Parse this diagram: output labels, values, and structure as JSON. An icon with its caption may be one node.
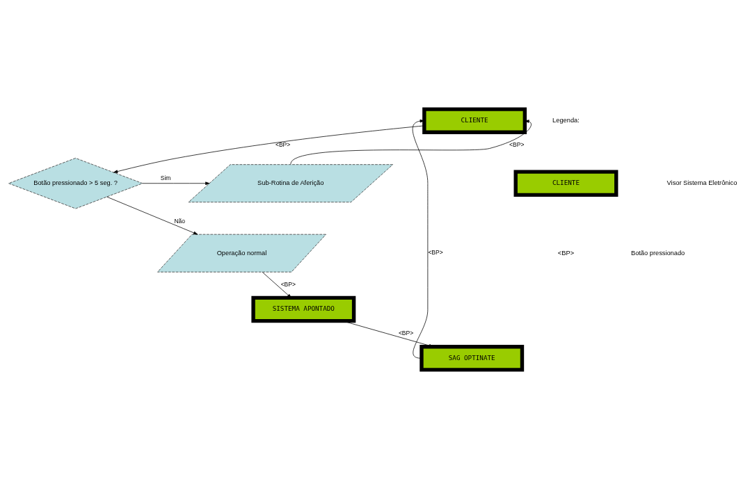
{
  "diagram": {
    "nodes": [
      {
        "text": [
          "CLIENTE"
        ]
      },
      {
        "text": [
          "Botão pressionado > 5 seg. ?"
        ]
      },
      {
        "text": [
          "Sub-Rotina de Aferição"
        ]
      },
      {
        "text": [
          "Operação normal"
        ]
      },
      {
        "text": [
          "SISTEMA APONTADO"
        ]
      },
      {
        "text": [
          "SAG OPTINATE"
        ]
      },
      {
        "text": [
          "CLIENTE"
        ]
      }
    ],
    "edges": [
      {
        "from": 0,
        "to": 1,
        "arrow": "to",
        "label": "<BP>"
      },
      {
        "from": 1,
        "to": 2,
        "arrow": "to",
        "label": "Sim"
      },
      {
        "from": 1,
        "to": 3,
        "arrow": "to",
        "label": "Não"
      },
      {
        "from": 2,
        "to": 0,
        "arrow": "to",
        "label": "<BP>"
      },
      {
        "from": 3,
        "to": 4,
        "arrow": "to",
        "label": "<BP>"
      },
      {
        "from": 4,
        "to": 5,
        "arrow": "to",
        "label": "<BP>"
      },
      {
        "from": 5,
        "to": 0,
        "arrow": "to",
        "label": "<BP>"
      }
    ],
    "labels": [
      "Legenda:",
      "<BP>"
    ],
    "legend": [
      {
        "text": "Visor Sistema Eletrônico"
      },
      {
        "text": "Botão pressionado"
      }
    ]
  }
}
